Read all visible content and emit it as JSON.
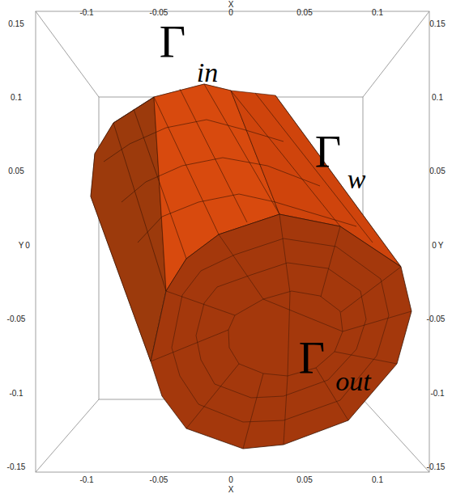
{
  "diagram": {
    "labels": [
      "X",
      "-0.1",
      "-0.05",
      "0",
      "0.05",
      "0.1",
      "X",
      "-0.1",
      "-0.05",
      "0",
      "0.05",
      "0.1",
      "0.15",
      "0.1",
      "0.05",
      "Y",
      "0",
      "-0.05",
      "-0.1",
      "-0.15",
      "0.15",
      "0.1",
      "0.05",
      "0",
      "Y",
      "-0.05",
      "-0.1",
      "-0.15",
      "Γ",
      "in",
      "Γ",
      "w",
      "Γ",
      "out"
    ]
  }
}
